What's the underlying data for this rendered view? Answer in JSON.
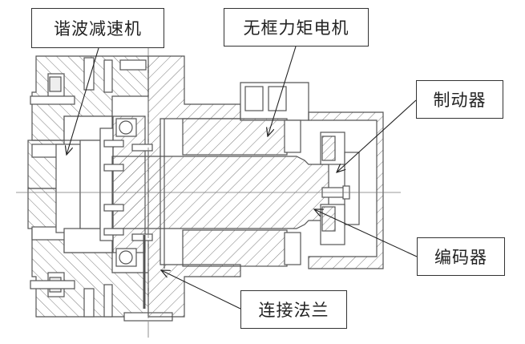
{
  "diagram": {
    "type": "mechanical cross-section drawing",
    "subject": "robot joint module",
    "labels": [
      {
        "id": "reducer",
        "text": "谐波减速机"
      },
      {
        "id": "motor",
        "text": "无框力矩电机"
      },
      {
        "id": "brake",
        "text": "制动器"
      },
      {
        "id": "encoder",
        "text": "编码器"
      },
      {
        "id": "flange",
        "text": "连接法兰"
      }
    ],
    "colors": {
      "line": "#555555",
      "hatch": "#7a7a7a",
      "leader": "#222222",
      "background": "#ffffff"
    }
  }
}
